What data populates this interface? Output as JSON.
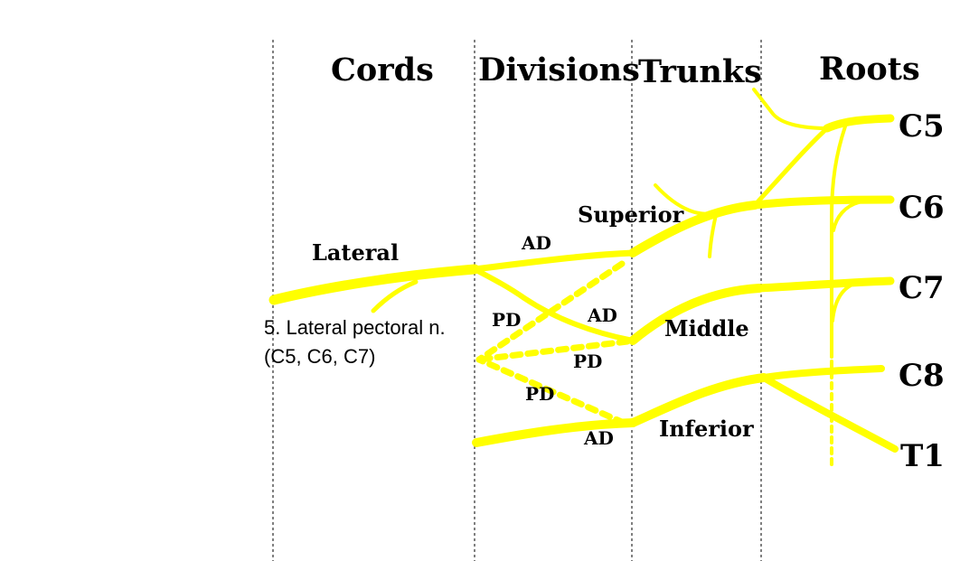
{
  "headers": {
    "cords": "Cords",
    "divisions": "Divisions",
    "trunks": "Trunks",
    "roots": "Roots"
  },
  "roots": [
    "C5",
    "C6",
    "C7",
    "C8",
    "T1"
  ],
  "trunks": {
    "superior": "Superior",
    "middle": "Middle",
    "inferior": "Inferior"
  },
  "cords": {
    "lateral": "Lateral"
  },
  "division_labels": {
    "ad": "AD",
    "pd": "PD"
  },
  "highlight": {
    "line1": "5. Lateral pectoral n.",
    "line2": "(C5, C6, C7)"
  },
  "colors": {
    "nerve": "#ffff00",
    "text": "#000000",
    "background": "#ffffff"
  }
}
